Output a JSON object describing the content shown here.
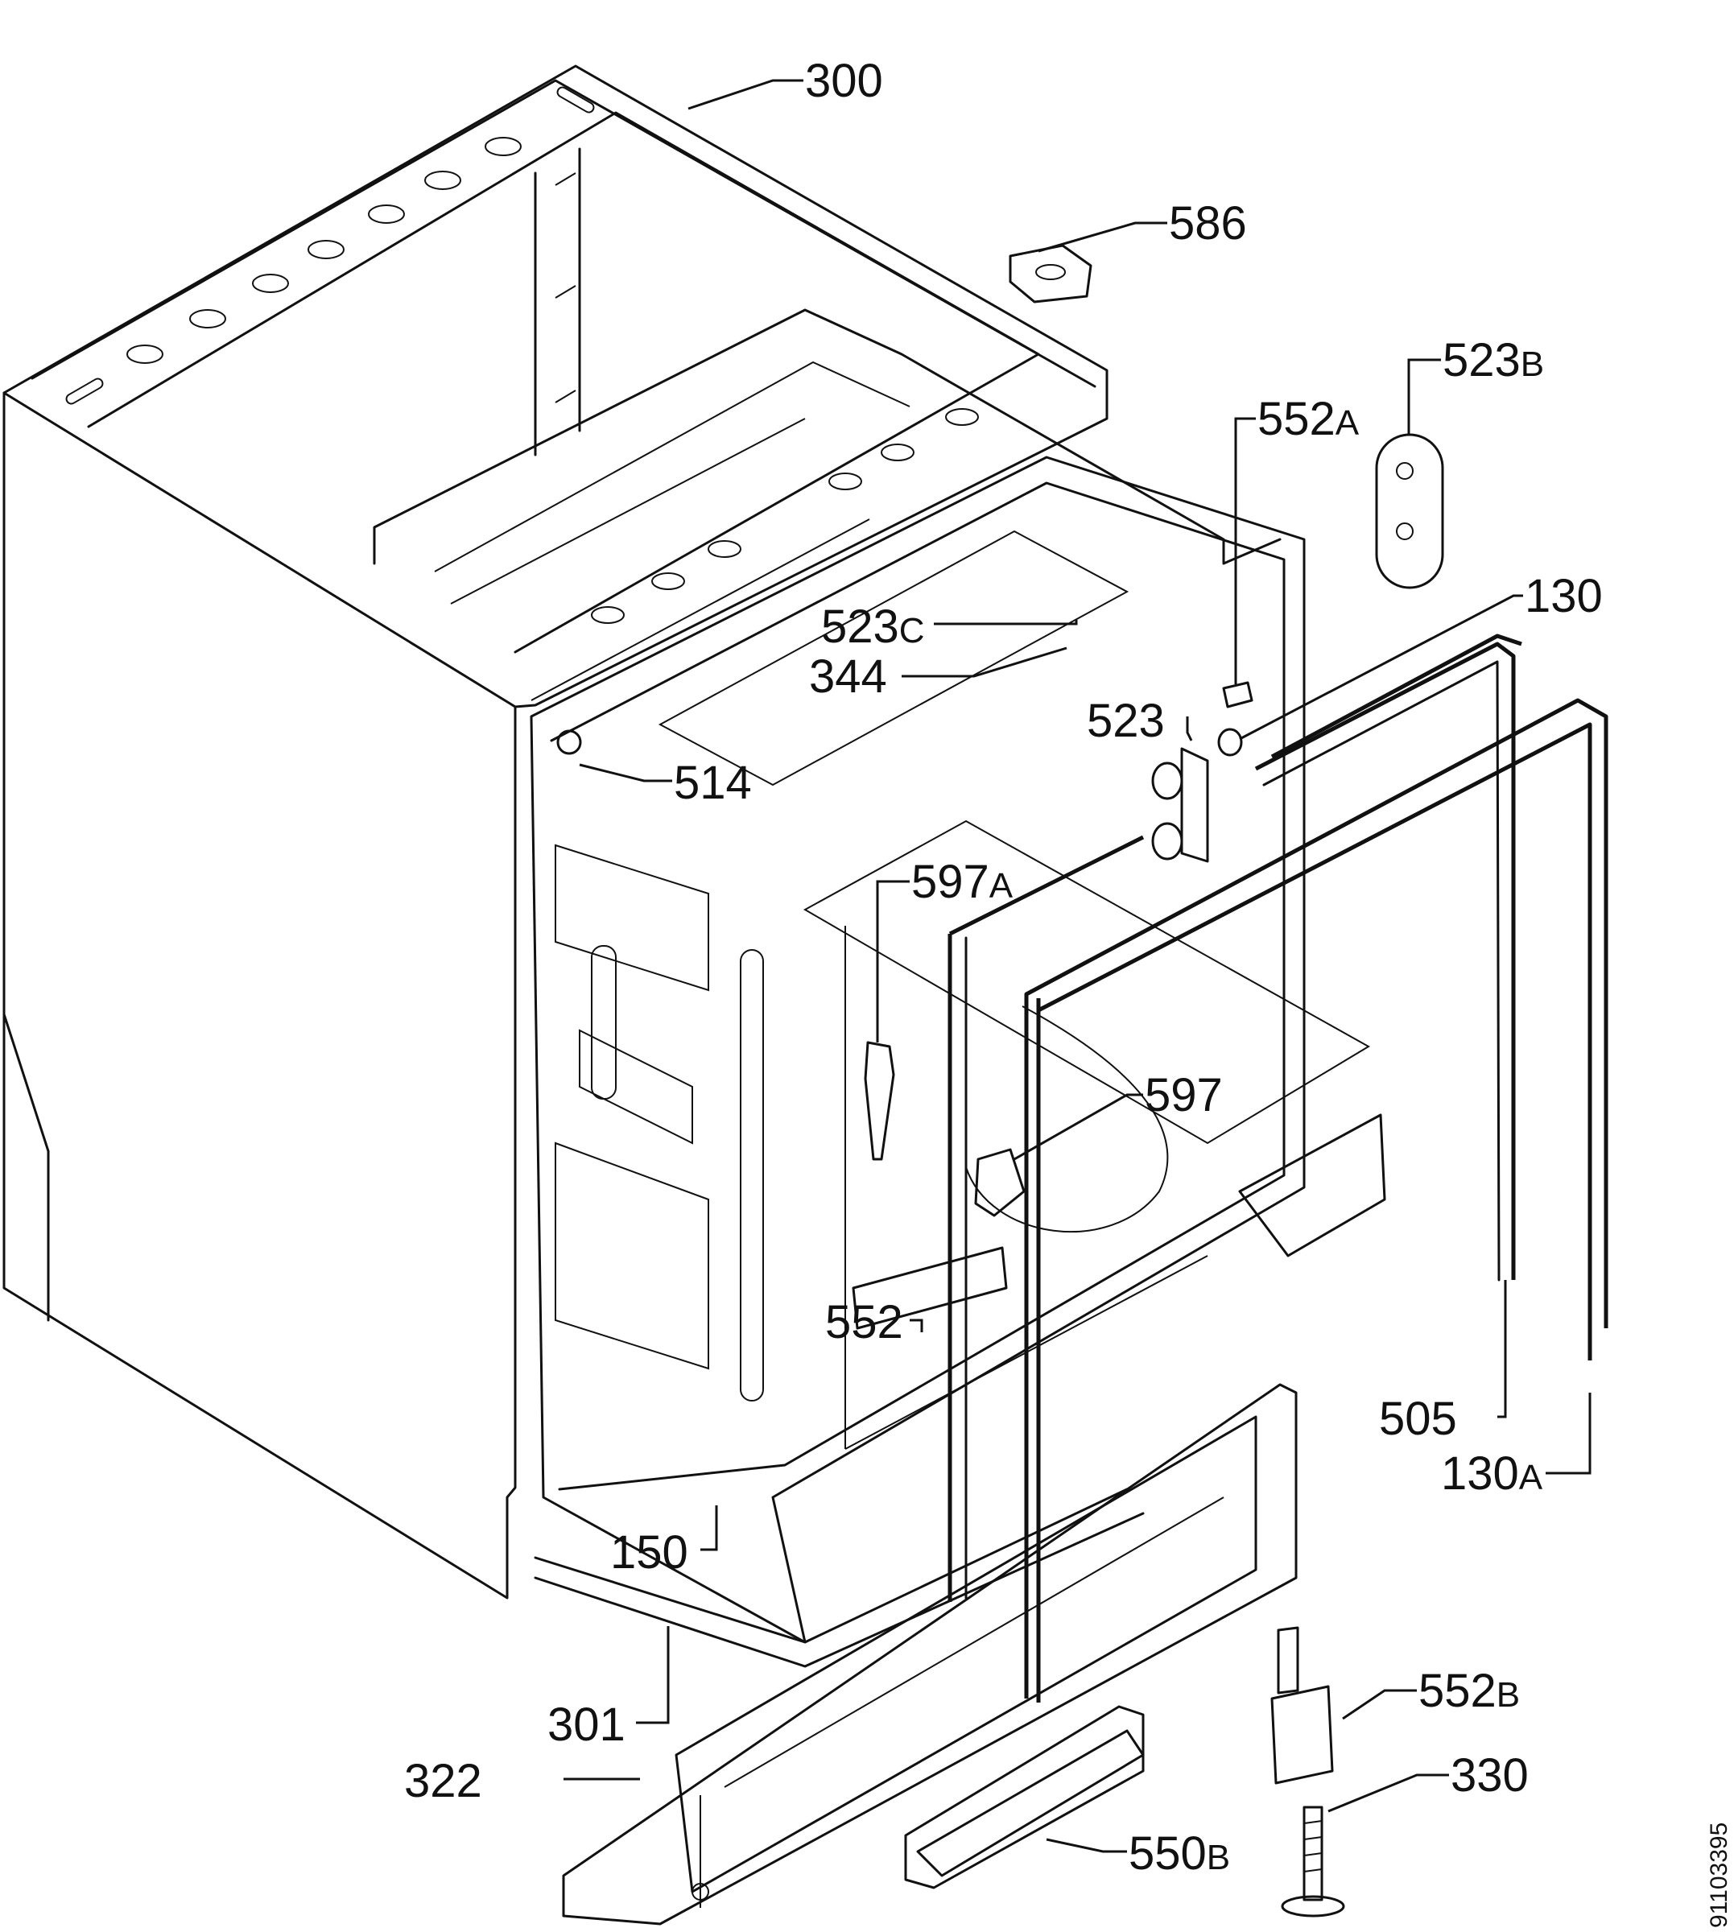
{
  "diagram": {
    "document_id": "91103395",
    "callouts": [
      {
        "id": "c300",
        "label": "300"
      },
      {
        "id": "c586",
        "label": "586"
      },
      {
        "id": "c523b",
        "label": "523",
        "suffix": "B"
      },
      {
        "id": "c552a",
        "label": "552",
        "suffix": "A"
      },
      {
        "id": "c130",
        "label": "130"
      },
      {
        "id": "c523c",
        "label": "523",
        "suffix": "C"
      },
      {
        "id": "c344",
        "label": "344"
      },
      {
        "id": "c523",
        "label": "523"
      },
      {
        "id": "c514",
        "label": "514"
      },
      {
        "id": "c597a",
        "label": "597",
        "suffix": "A"
      },
      {
        "id": "c597",
        "label": "597"
      },
      {
        "id": "c552",
        "label": "552"
      },
      {
        "id": "c505",
        "label": "505"
      },
      {
        "id": "c130a",
        "label": "130",
        "suffix": "A"
      },
      {
        "id": "c150",
        "label": "150"
      },
      {
        "id": "c552b",
        "label": "552",
        "suffix": "B"
      },
      {
        "id": "c301",
        "label": "301"
      },
      {
        "id": "c322",
        "label": "322"
      },
      {
        "id": "c330",
        "label": "330"
      },
      {
        "id": "c550b",
        "label": "550",
        "suffix": "B"
      }
    ]
  }
}
